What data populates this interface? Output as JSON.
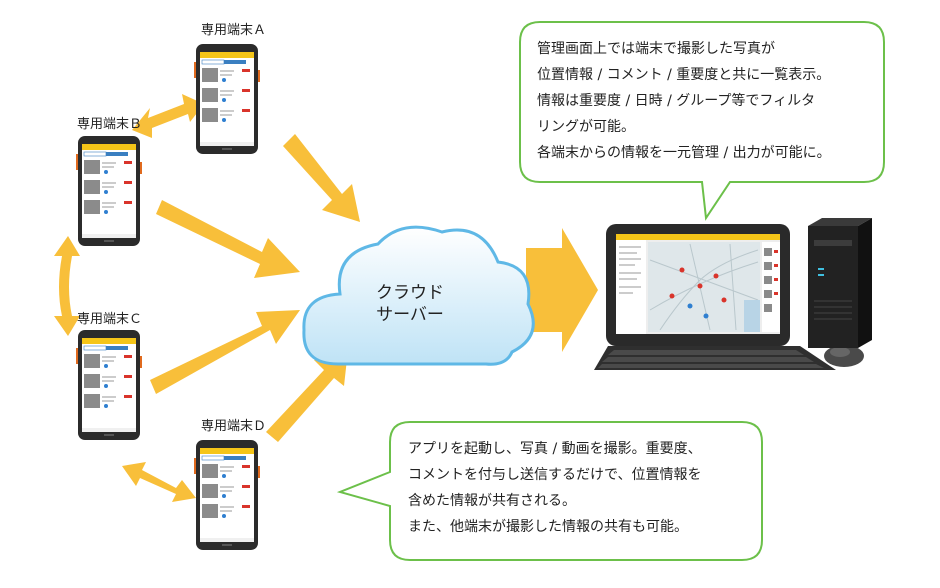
{
  "devices": [
    {
      "name": "専用端末Ａ"
    },
    {
      "name": "専用端末Ｂ"
    },
    {
      "name": "専用端末Ｃ"
    },
    {
      "name": "専用端末Ｄ"
    }
  ],
  "cloud": {
    "line1": "クラウド",
    "line2": "サーバー"
  },
  "pc_bubble": {
    "lines": [
      "管理画面上では端末で撮影した写真が",
      "位置情報 / コメント / 重要度と共に一覧表示。",
      "情報は重要度 / 日時 / グループ等でフィルタ",
      "リングが可能。",
      "各端末からの情報を一元管理 / 出力が可能に。"
    ]
  },
  "device_bubble": {
    "lines": [
      "アプリを起動し、写真 / 動画を撮影。重要度、",
      "コメントを付与し送信するだけで、位置情報を",
      "含めた情報が共有される。",
      "また、他端末が撮影した情報の共有も可能。"
    ]
  },
  "colors": {
    "arrow": "#F8BF3A",
    "bubble_border": "#6CC04A",
    "phone_body": "#2B2B2B",
    "phone_accent": "#E06A1E",
    "app_header": "#F5C518",
    "app_tab": "#3A7FC1",
    "cloud_fill": "#CFEAF8",
    "cloud_edge": "#5FB8E6"
  }
}
